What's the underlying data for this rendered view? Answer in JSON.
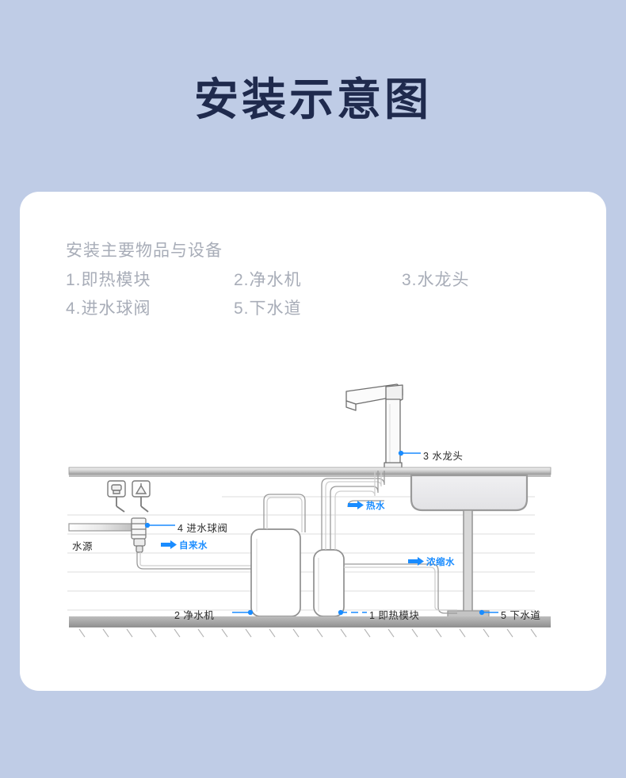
{
  "header": {
    "title": "安装示意图"
  },
  "legend": {
    "title": "安装主要物品与设备",
    "rows": [
      [
        {
          "label": "1.即热模块"
        },
        {
          "label": "2.净水机"
        },
        {
          "label": "3.水龙头"
        }
      ],
      [
        {
          "label": "4.进水球阀"
        },
        {
          "label": "5.下水道"
        },
        {
          "label": ""
        }
      ]
    ]
  },
  "diagram": {
    "callouts": [
      {
        "id": "faucet",
        "label": "3 水龙头"
      },
      {
        "id": "ball-valve",
        "label": "4 进水球阀"
      },
      {
        "id": "purifier",
        "label": "2 净水机"
      },
      {
        "id": "heater",
        "label": "1 即热模块"
      },
      {
        "id": "drain",
        "label": "5 下水道"
      }
    ],
    "flow_labels": [
      {
        "id": "hot-water",
        "label": "热水"
      },
      {
        "id": "tap-water",
        "label": "自来水"
      },
      {
        "id": "concentrated-water",
        "label": "浓缩水"
      }
    ],
    "static_labels": [
      {
        "id": "water-source",
        "label": "水源"
      }
    ],
    "colors": {
      "background": "#bfcce6",
      "card": "#ffffff",
      "title": "#1f2a4d",
      "legend_text": "#a8adb8",
      "accent_blue": "#1a8cff",
      "line_gray": "#8c8c8c",
      "floor_gray": "#a0a0a0",
      "label_text": "#2b2b2b"
    }
  }
}
